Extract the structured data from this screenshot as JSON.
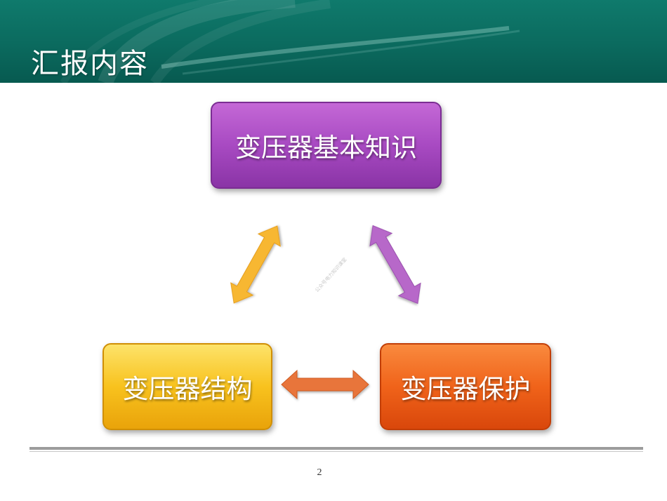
{
  "slide": {
    "title": "汇报内容",
    "page_number": "2",
    "watermark": "公众号电力知识课堂"
  },
  "diagram": {
    "top_box": {
      "label": "变压器基本知识",
      "color": "#a84ac2"
    },
    "left_box": {
      "label": "变压器结构",
      "color": "#f8c21e"
    },
    "right_box": {
      "label": "变压器保护",
      "color": "#f0631a"
    },
    "arrows": [
      {
        "from": "left_box",
        "to": "top_box",
        "color": "#f7b733"
      },
      {
        "from": "top_box",
        "to": "right_box",
        "color": "#b768c9"
      },
      {
        "from": "left_box",
        "to": "right_box",
        "color": "#e8743a"
      }
    ]
  },
  "colors": {
    "header": "#0b6a5e",
    "rule": "#9c9c9c"
  }
}
